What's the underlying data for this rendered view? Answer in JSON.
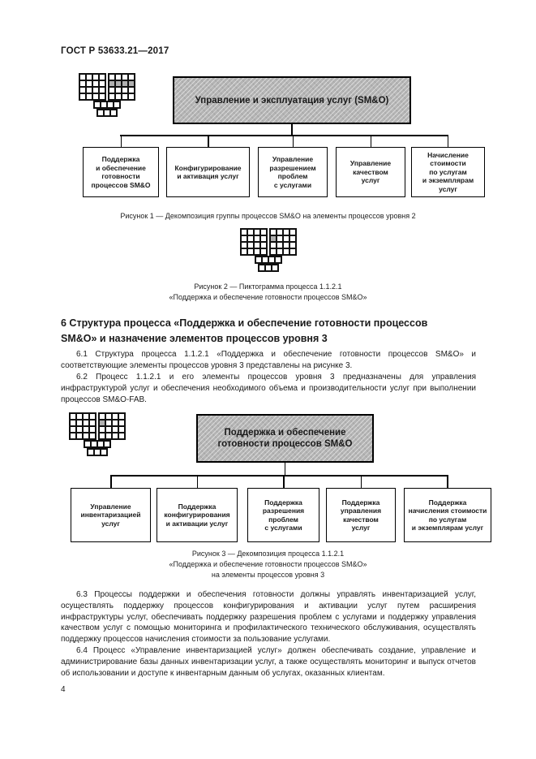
{
  "header": {
    "title": "ГОСТ Р 53633.21—2017"
  },
  "pictograms": {
    "fig1": "row",
    "fig2": "cell",
    "fig3": "cell"
  },
  "figure1": {
    "root": "Управление и эксплуатация услуг (SM&O)",
    "children": [
      "Поддержка\nи обеспечение\nготовности\nпроцессов SM&O",
      "Конфигурирование\nи активация услуг",
      "Управление\nразрешением\nпроблем\nс услугами",
      "Управление\nкачеством\nуслуг",
      "Начисление\nстоимости\nпо услугам\nи экземплярам\nуслуг"
    ],
    "caption": "Рисунок 1 — Декомпозиция группы процессов SM&O на элементы процессов уровня 2"
  },
  "figure2": {
    "caption": "Рисунок 2 — Пиктограмма процесса 1.1.2.1\n«Поддержка и обеспечение готовности процессов SM&O»"
  },
  "section": {
    "heading": "6 Структура процесса «Поддержка и обеспечение готовности процессов\nSM&O» и назначение элементов процессов уровня 3",
    "para_6_1": "6.1  Структура процесса 1.1.2.1 «Поддержка и обеспечение готовности процессов SM&O» и соответствующие элементы процессов уровня 3 представлены на рисунке 3.",
    "para_6_2": "6.2  Процесс 1.1.2.1 и его элементы процессов уровня 3 предназначены для управления инфраструктурой услуг и обеспечения необходимого объема и производительности услуг при выполнении процессов SM&O-FAB.",
    "para_6_3": "6.3  Процессы поддержки и обеспечения готовности должны управлять инвентаризацией услуг, осуществлять поддержку процессов конфигурирования и активации услуг путем расширения инфраструктуры услуг, обеспечивать поддержку разрешения проблем с услугами и поддержку управления качеством услуг с помощью мониторинга и профилактического технического обслуживания, осуществлять поддержку процессов начисления стоимости за пользование услугами.",
    "para_6_4": "6.4  Процесс «Управление инвентаризацией услуг» должен обеспечивать создание, управление и администрирование базы данных инвентаризации услуг, а также осуществлять мониторинг и выпуск отчетов об использовании и доступе к инвентарным данным об услугах, оказанных клиентам."
  },
  "figure3": {
    "root": "Поддержка и обеспечение\nготовности процессов SM&O",
    "children": [
      "Управление\nинвентаризацией\nуслуг",
      "Поддержка\nконфигурирования\nи активации услуг",
      "Поддержка\nразрешения\nпроблем\nс услугами",
      "Поддержка\nуправления\nкачеством\nуслуг",
      "Поддержка\nначисления стоимости\nпо услугам\nи экземплярам услуг"
    ],
    "caption": "Рисунок 3 — Декомпозиция процесса 1.1.2.1\n«Поддержка и обеспечение готовности процессов SM&O»\nна элементы процессов уровня 3"
  },
  "footer": {
    "page_number": "4"
  }
}
